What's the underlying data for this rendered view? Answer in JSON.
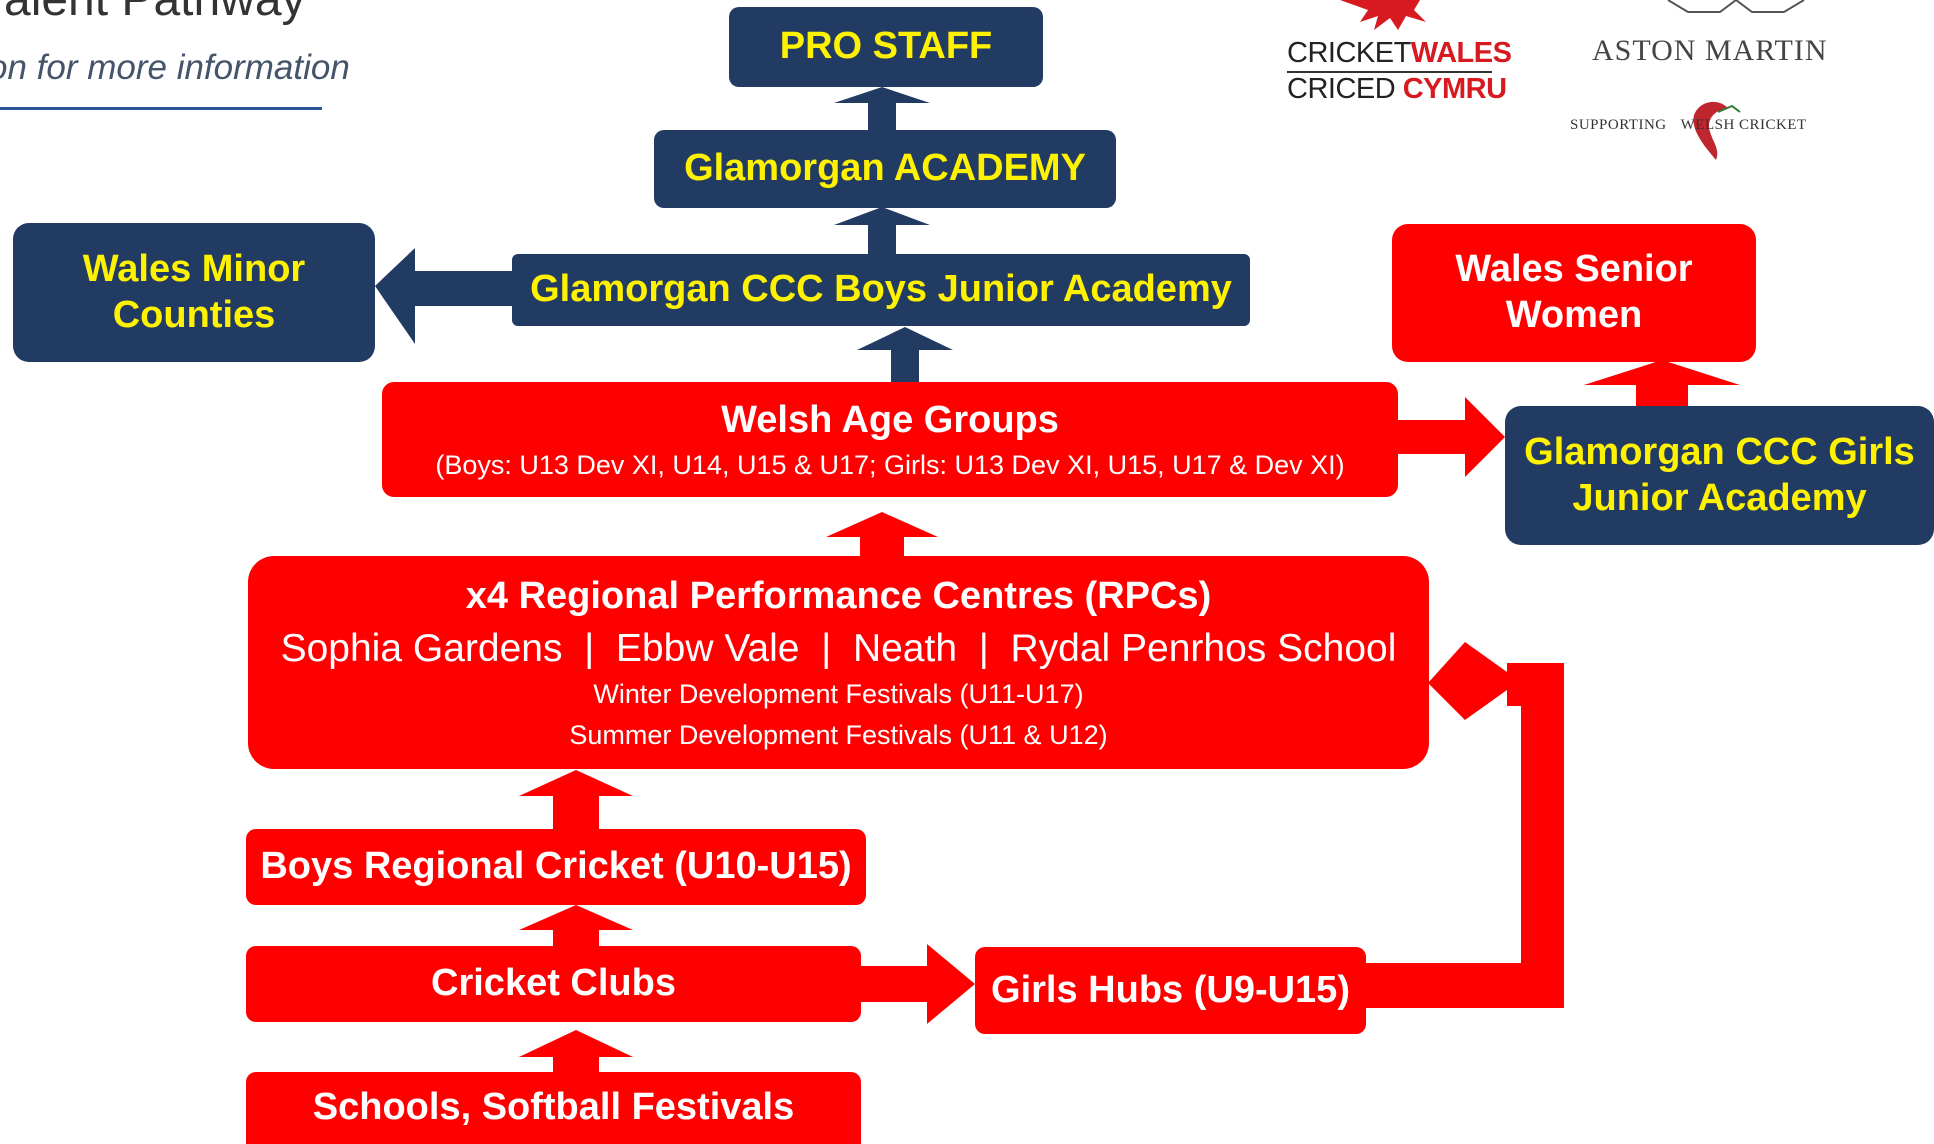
{
  "header": {
    "title": "Talent Pathway",
    "subtitle": "on for more information"
  },
  "logos": {
    "cricket_wales_1a": "CRICKET",
    "cricket_wales_1b": "WALES",
    "cricket_wales_2a": "CRICED",
    "cricket_wales_2b": "CYMRU",
    "aston_martin": "ASTON MARTIN",
    "supporting_a": "SUPPORTING",
    "supporting_b": "WELSH CRICKET"
  },
  "nodes": {
    "pro_staff": "PRO STAFF",
    "academy": "Glamorgan ACADEMY",
    "boys_junior_academy": "Glamorgan CCC Boys Junior Academy",
    "wales_minor_counties": "Wales Minor Counties",
    "wales_senior_women": "Wales Senior Women",
    "welsh_age_groups": "Welsh Age Groups",
    "welsh_age_groups_detail": "(Boys: U13 Dev XI, U14, U15 & U17; Girls: U13 Dev XI, U15, U17 & Dev XI)",
    "girls_junior_academy": "Glamorgan CCC Girls Junior Academy",
    "rpcs": "x4 Regional Performance Centres (RPCs)",
    "rpc_locations": "Sophia Gardens  |  Ebbw Vale  |  Neath  |  Rydal Penrhos School",
    "winter_festivals": "Winter Development Festivals (U11-U17)",
    "summer_festivals": "Summer Development Festivals (U11 & U12)",
    "boys_regional": "Boys Regional Cricket (U10-U15)",
    "cricket_clubs": "Cricket Clubs",
    "girls_hubs": "Girls Hubs (U9-U15)",
    "schools": "Schools, Softball Festivals"
  },
  "colors": {
    "navy": "#223b63",
    "red": "#ff0000",
    "yellow_text": "#fff200",
    "white_text": "#ffffff",
    "cricket_wales_red": "#d71920",
    "header_line": "#2f5597"
  }
}
